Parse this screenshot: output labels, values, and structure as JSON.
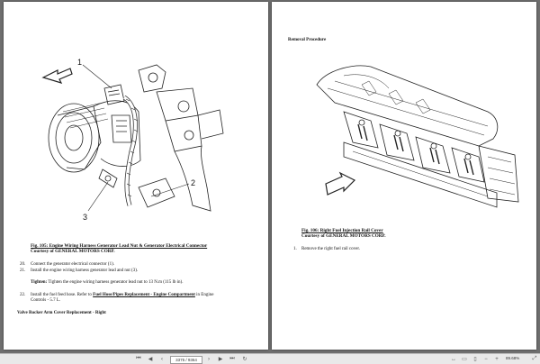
{
  "left_page": {
    "callouts": [
      "1",
      "2",
      "3"
    ],
    "figure_title": "Fig. 105: Engine Wiring Harness Generator Lead Nut & Generator Electrical Connector",
    "figure_credit": "Courtesy of GENERAL MOTORS CORP.",
    "steps": [
      {
        "num": "20.",
        "text": "Connect the generator electrical connector (1)."
      },
      {
        "num": "21.",
        "text": "Install the engine wiring harness generator lead and nut (3)."
      }
    ],
    "tighten_label": "Tighten:",
    "tighten_text": "Tighten the engine wiring harness generator lead nut to 13 N.m (115 lb in).",
    "step22": {
      "num": "22.",
      "text_a": "Install the fuel feed hose. Refer to",
      "link": "Fuel Hose/Pipes Replacement - Engine Compartment",
      "text_b": "in Engine",
      "text_c": "Controls - 5.7 L."
    },
    "section_heading": "Valve Rocker Arm Cover Replacement - Right"
  },
  "right_page": {
    "heading": "Removal Procedure",
    "figure_title": "Fig. 106: Right Fuel Injection Rail Cover",
    "figure_credit": "Courtesy of GENERAL MOTORS CORP.",
    "steps": [
      {
        "num": "1.",
        "text": "Remove the right fuel rail cover."
      }
    ]
  },
  "toolbar": {
    "page_field": "3375 / 9364",
    "zoom": "89.68%"
  },
  "icons": {
    "first": "first-page-icon",
    "prev": "previous-page-icon",
    "next": "next-page-icon",
    "last": "last-page-icon",
    "zoom_out": "zoom-out-icon",
    "zoom_in": "zoom-in-icon"
  }
}
